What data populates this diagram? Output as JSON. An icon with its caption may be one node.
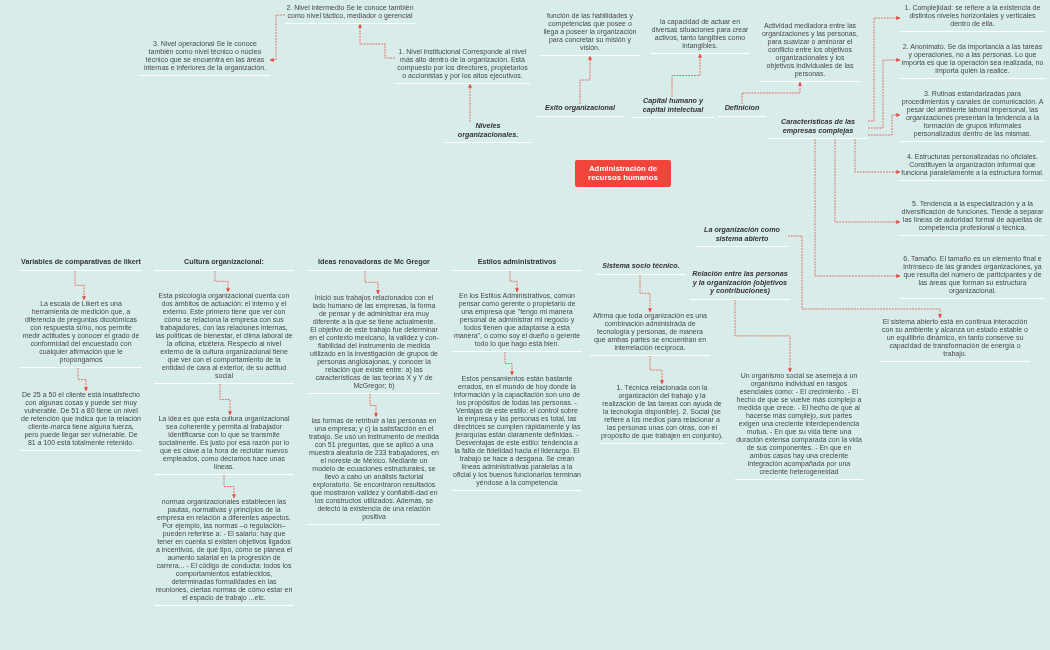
{
  "diagram": {
    "nodes": [
      {
        "text": [
          "2. Nivel intermedio Se le conoce también como nivel táctico, mediador o gerencial"
        ]
      },
      {
        "text": [
          "3. Nivel operacional Se le conoce también como nivel técnico o núcleo técnico que se encuentra en las áreas internas e inferiores de la organización."
        ]
      },
      {
        "text": [
          "1. Nivel institucional Corresponde al nivel más alto dentro de la organización. Está compuesto por los directores, propietarios o accionistas y por los altos ejecutivos."
        ]
      },
      {
        "text": [
          "Niveles organizacionales."
        ]
      },
      {
        "text": [
          "función de las habilidades y competencias que posee o llega a poseer la organización para concretar su misión y visión."
        ]
      },
      {
        "text": [
          "Exito organizacional"
        ]
      },
      {
        "text": [
          "la capacidad de actuar en diversas situaciones para crear activos, tanto tangibles como intangibles."
        ]
      },
      {
        "text": [
          "Capital humano y capital intelectual"
        ]
      },
      {
        "text": [
          "Actividad mediadora entre las organizaciones y las personas, para suavizar o aminorar el conflicto entre los objetivos organizacionales y los objetivos individuales de las personas."
        ]
      },
      {
        "text": [
          "Definicion"
        ]
      },
      {
        "text": [
          "1. Complejidad: se refiere a la existencia de distintos niveles horizontales y verticales dentro de ella."
        ]
      },
      {
        "text": [
          "2. Anonimato. Se da importancia a las tareas y operaciones, no a las personas. Lo que importa es que la operación sea realizada, no importa quién la realice."
        ]
      },
      {
        "text": [
          "3. Rutinas estandarizadas para procedimientos y canales de comunicación. A pesar del ambiente laboral impersonal, las organizaciones presentan la tendencia a la formación de grupos informales personalizados dentro de las mismas."
        ]
      },
      {
        "text": [
          "Características de las empresas complejas"
        ]
      },
      {
        "text": [
          "4. Estructuras personalizadas no oficiales. Constituyen la organización informal que funciona paralelamente a la estructura formal."
        ]
      },
      {
        "text": [
          "Administración de recursos humanos"
        ]
      },
      {
        "text": [
          "5. Tendencia a la especialización y a la diversificación de funciones. Tiende a separar las líneas de autoridad formal de aquellas de competencia profesional o técnica."
        ]
      },
      {
        "text": [
          "La organización como sistema abierto"
        ]
      },
      {
        "text": [
          "6. Tamaño. El tamaño es un elemento final e intrínseco de las grandes organizaciones, ya que resulta del número de participantes y de las áreas que forman su estructura organizacional."
        ]
      },
      {
        "text": [
          "Relación entre las personas y la organización (objetivos y contribuciones)"
        ]
      },
      {
        "text": [
          "Variables de comparativas de likert"
        ]
      },
      {
        "text": [
          "Cultura organizacional:"
        ]
      },
      {
        "text": [
          "Ideas renovadoras de Mc Gregor"
        ]
      },
      {
        "text": [
          "Estilos administrativos"
        ]
      },
      {
        "text": [
          "Sistema socio técnico."
        ]
      },
      {
        "text": [
          "El sistema abierto está en continua interacción con su ambiente y alcanza un estado estable o un equilibrio dinámico, en tanto conserve su capacidad de transformación de energía o trabajo."
        ]
      },
      {
        "text": [
          "La escala de Likert es una herramienta de medición que, a diferencia de preguntas dicotómicas con respuesta sí/no, nos permite medir actitudes y conocer el grado de conformidad del encuestado con cualquier afirmación que le propongamos"
        ]
      },
      {
        "text": [
          "En los Estilos Administrativos, común pensar como gerente o propietario de una empresa que \"tengo mi manera personal de administrar mi negocio y todos tienen que adaptarse a esta manera\", o como soy el dueño o gerente todo lo que hago está bien."
        ]
      },
      {
        "text": [
          "Inició sus trabajos relacionados con el lado humano de las empresas, la forma de pensar y de administrar era muy diferente a la que se tiene actualmente. El objetivo de este trabajo fue determinar en el contexto mexicano, la validez y con-fiabilidad del instrumento de medida utilizado en la investigación de grupos de personas anglosajonas, y conocer la relación que existe entre: a) las características de las teorías X y Y de McGregor; b)"
        ]
      },
      {
        "text": [
          "Esta psicología organizacional cuenta con dos ámbitos de actuación: el interno y el externo. Este primero tiene que ver con cómo se relaciona la empresa con sus trabajadores, con las relaciones internas, las políticas de bienestar, el clima laboral de la oficina, etcétera. Respecto al nivel externo de la cultura organizacional tiene que ver con el comportamiento de la entidad de cara al exterior, de su actitud social"
        ]
      },
      {
        "text": [
          "Afirma que toda organización es una combinación administrada de tecnología y personas, de manera que ambas partes se encuentran en interrelación recíproca."
        ]
      },
      {
        "text": [
          "Un organismo social se asemeja a un organismo individual en rasgos esenciales como: - El crecimiento. - El hecho de que se vuelve más complejo a medida que crece. - El hecho de que al hacerse más complejo, sus partes exigen una creciente interdependencia mutua. - En que su vida tiene una duración extensa comparada con la vida de sus componentes. - En que en ambos casos hay una creciente integración acompañada por una creciente heterogeneidad"
        ]
      },
      {
        "text": [
          "1. Técnica relacionada con la organización del trabajo y la realización de las tareas con ayuda de la tecnología disponible). 2. Social (se refiere a los medios para relacionar a las personas unas con otras, con el propósito de que trabajen en conjunto)."
        ]
      },
      {
        "text": [
          "Estos pensamientos están bastante errados, en el mundo de hoy donde la información y la capacitación son uno de los propósitos de todas las personas. - Ventajas de este estilo: el control sobre la empresa y las personas es total, las directrices se cumplen rápidamente y las jerarquías están claramente definidas. - Desventajas de este estilo: tendencia a la falta de fidelidad hacia el liderazgo. El trabajo se hace a desgana. Se crean líneas administrativas paralelas a la oficial y los buenos funcionarios terminan yéndose a la competencia"
        ]
      },
      {
        "text": [
          "De 25 a 50 el cliente está insatisfecho con algunas cosas y puede ser muy vulnerable. De 51 a 80 tiene un nivel de retención que indica que la relación cliente-marca tiene alguna fuerza, pero puede llegar ser vulnerable. De 81 a 100 está totalmente retenido."
        ]
      },
      {
        "text": [
          "las formas de retribuir a las personas en una empresa; y c) la satisfacción en el trabajo. Se usó un instrumento de medida con 51 preguntas, que se aplicó a una muestra aleatoria de 233 trabajadores, en el noreste de México. Mediante un modelo de ecuaciones estructurales, se llevó a cabo un análisis factorial exploratorio. Se encontraron resultados que mostraron validez y confiabili-dad en los constructos utilizados. Además, se detectó la existencia de una relación positiva"
        ]
      },
      {
        "text": [
          "La idea es que esta cultura organizacional sea coherente y permita al trabajador identificarse con lo que se transmite socialmente. Es justo por esa razón por lo que es clave a la hora de reclutar nuevos empleados, como decíamos hace unas líneas."
        ]
      },
      {
        "text": [
          "normas organizacionales establecen las pautas, normativas y principios de la empresa en relación a diferentes aspectos. Por ejemplo, las normas –o regulación– pueden referirse a: - El salario: hay que tener en cuenta si existen objetivos ligados a incentivos, de qué tipo, cómo se planea el aumento salarial en la progresión de carrera... - El código de conducta: todos los comportamientos establecidos, determinadas formalidades en las reuniones, ciertas normas de cómo estar en el espacio de trabajo ...etc."
        ]
      }
    ],
    "edges": [
      {
        "from": 3,
        "to": 2,
        "arrow": "to"
      },
      {
        "from": 2,
        "to": 0,
        "arrow": "to"
      },
      {
        "from": 0,
        "to": 1,
        "arrow": "to"
      },
      {
        "from": 5,
        "to": 4,
        "arrow": "to"
      },
      {
        "from": 7,
        "to": 6,
        "arrow": "to"
      },
      {
        "from": 9,
        "to": 8,
        "arrow": "to"
      },
      {
        "from": 13,
        "to": 10,
        "arrow": "to"
      },
      {
        "from": 13,
        "to": 11,
        "arrow": "to"
      },
      {
        "from": 13,
        "to": 12,
        "arrow": "to"
      },
      {
        "from": 13,
        "to": 14,
        "arrow": "to"
      },
      {
        "from": 13,
        "to": 16,
        "arrow": "to"
      },
      {
        "from": 13,
        "to": 18,
        "arrow": "to"
      },
      {
        "from": 17,
        "to": 25,
        "arrow": "to"
      },
      {
        "from": 19,
        "to": 31,
        "arrow": "to"
      },
      {
        "from": 24,
        "to": 30,
        "arrow": "to"
      },
      {
        "from": 30,
        "to": 32,
        "arrow": "to"
      },
      {
        "from": 23,
        "to": 27,
        "arrow": "to"
      },
      {
        "from": 27,
        "to": 33,
        "arrow": "to"
      },
      {
        "from": 22,
        "to": 28,
        "arrow": "to"
      },
      {
        "from": 28,
        "to": 35,
        "arrow": "to"
      },
      {
        "from": 21,
        "to": 29,
        "arrow": "to"
      },
      {
        "from": 29,
        "to": 36,
        "arrow": "to"
      },
      {
        "from": 36,
        "to": 37,
        "arrow": "to"
      },
      {
        "from": 20,
        "to": 26,
        "arrow": "to"
      },
      {
        "from": 26,
        "to": 34,
        "arrow": "to"
      }
    ]
  }
}
